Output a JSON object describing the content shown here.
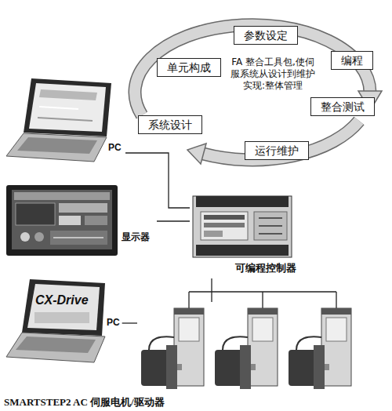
{
  "diagram": {
    "nodes": [
      {
        "text": [
          "参数设定"
        ]
      },
      {
        "text": [
          "单元构成"
        ]
      },
      {
        "text": [
          "编程"
        ]
      },
      {
        "text": [
          "整合测试"
        ]
      },
      {
        "text": [
          "系统设计"
        ]
      },
      {
        "text": [
          "运行维护"
        ]
      },
      {
        "text": [
          "PC"
        ]
      },
      {
        "text": [
          "显示器"
        ]
      },
      {
        "text": [
          "可编程控制器"
        ]
      },
      {
        "text": [
          "CX-Drive",
          "PC"
        ]
      },
      {
        "text": [
          "SMARTSTEP2 AC 伺服电机/驱动器"
        ]
      }
    ],
    "edges": [
      {
        "from": 6,
        "to": 8,
        "arrow": "none"
      },
      {
        "from": 7,
        "to": 8,
        "arrow": "none"
      },
      {
        "from": 8,
        "to": 10,
        "arrow": "none"
      },
      {
        "from": 9,
        "to": 10,
        "arrow": "none"
      }
    ],
    "labels": [
      "FA 整合工具包,使伺服系统从设计到维护实现:整体管理"
    ]
  }
}
